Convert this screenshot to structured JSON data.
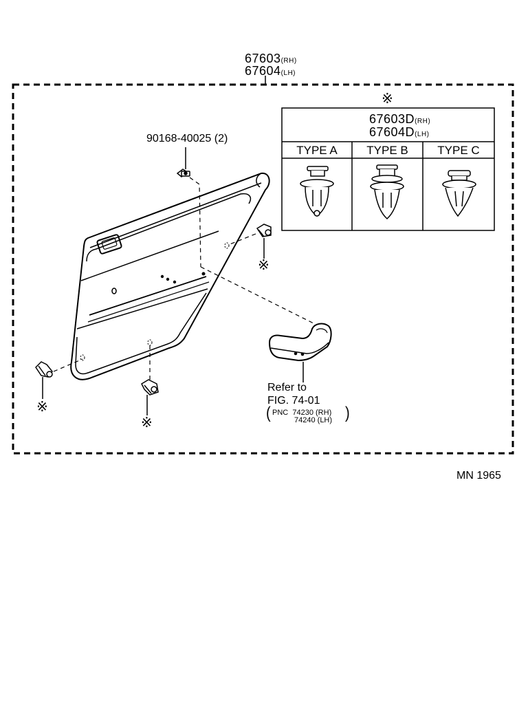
{
  "assembly": {
    "part_rh": "67603",
    "suffix_rh": "(RH)",
    "part_lh": "67604",
    "suffix_lh": "(LH)"
  },
  "clip_table": {
    "note_mark": "※",
    "part_rh": "67603D",
    "suffix_rh": "(RH)",
    "part_lh": "67604D",
    "suffix_lh": "(LH)",
    "types": [
      "TYPE A",
      "TYPE B",
      "TYPE C"
    ]
  },
  "screw": {
    "part": "90168-40025",
    "qty": "(2)"
  },
  "clip_marks": [
    "※",
    "※",
    "※"
  ],
  "armrest_ref": {
    "line1": "Refer to",
    "line2": "FIG. 74-01",
    "pnc_label": "PNC",
    "pnc_rh": "74230",
    "suffix_rh": "(RH)",
    "pnc_lh": "74240",
    "suffix_lh": "(LH)"
  },
  "figure_id": "MN 1965"
}
